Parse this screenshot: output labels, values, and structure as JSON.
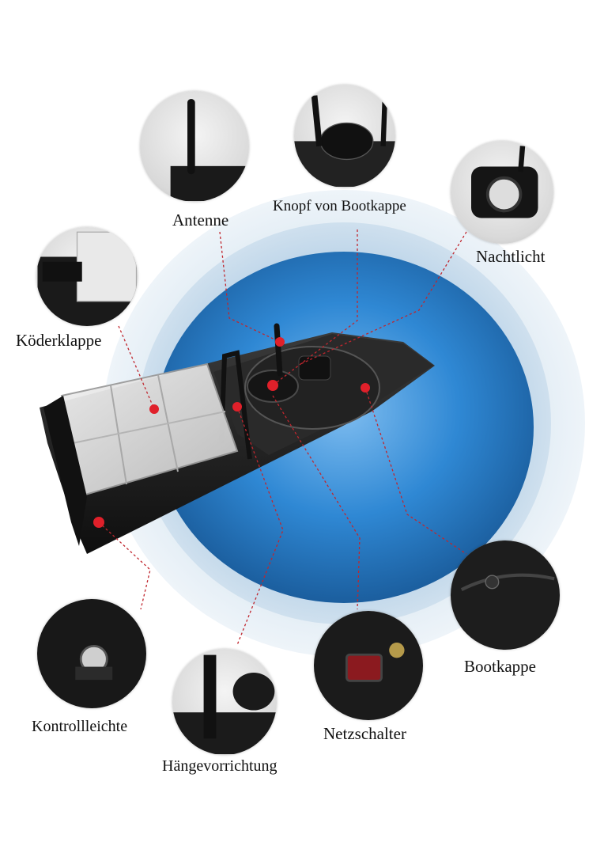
{
  "labels": {
    "antenna": "Antenne",
    "cap_knob": "Knopf von Bootkappe",
    "night_light": "Nachtlicht",
    "bait_flap": "Köderklappe",
    "boat_cap": "Bootkappe",
    "control_light": "Kontrollleichte",
    "hanger": "Hängevorrichtung",
    "power_switch": "Netzschalter"
  },
  "colors": {
    "ring_outer": "#e3edf5",
    "ring_mid": "#b8d2e8",
    "ring_inner": "#2c82c9",
    "hull": "#1c1c1c",
    "marker": "#e0202a",
    "leader": "#c0262e"
  }
}
